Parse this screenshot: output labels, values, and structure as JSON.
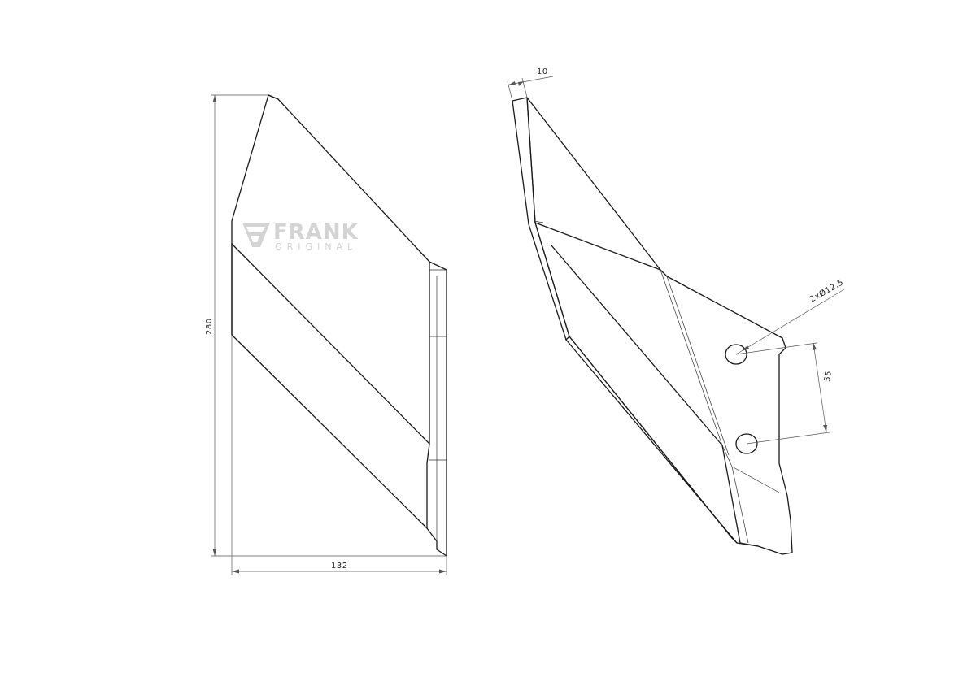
{
  "dimensions": {
    "height": "280",
    "width": "132",
    "thickness": "10",
    "holes": "2xØ12.5",
    "hole_spacing": "55"
  },
  "logo": {
    "word": "FRANK",
    "sub": "ORIGINAL",
    "color": "#d4d4d4"
  },
  "colors": {
    "line": "#1a1a1a",
    "dimension": "#555555"
  }
}
